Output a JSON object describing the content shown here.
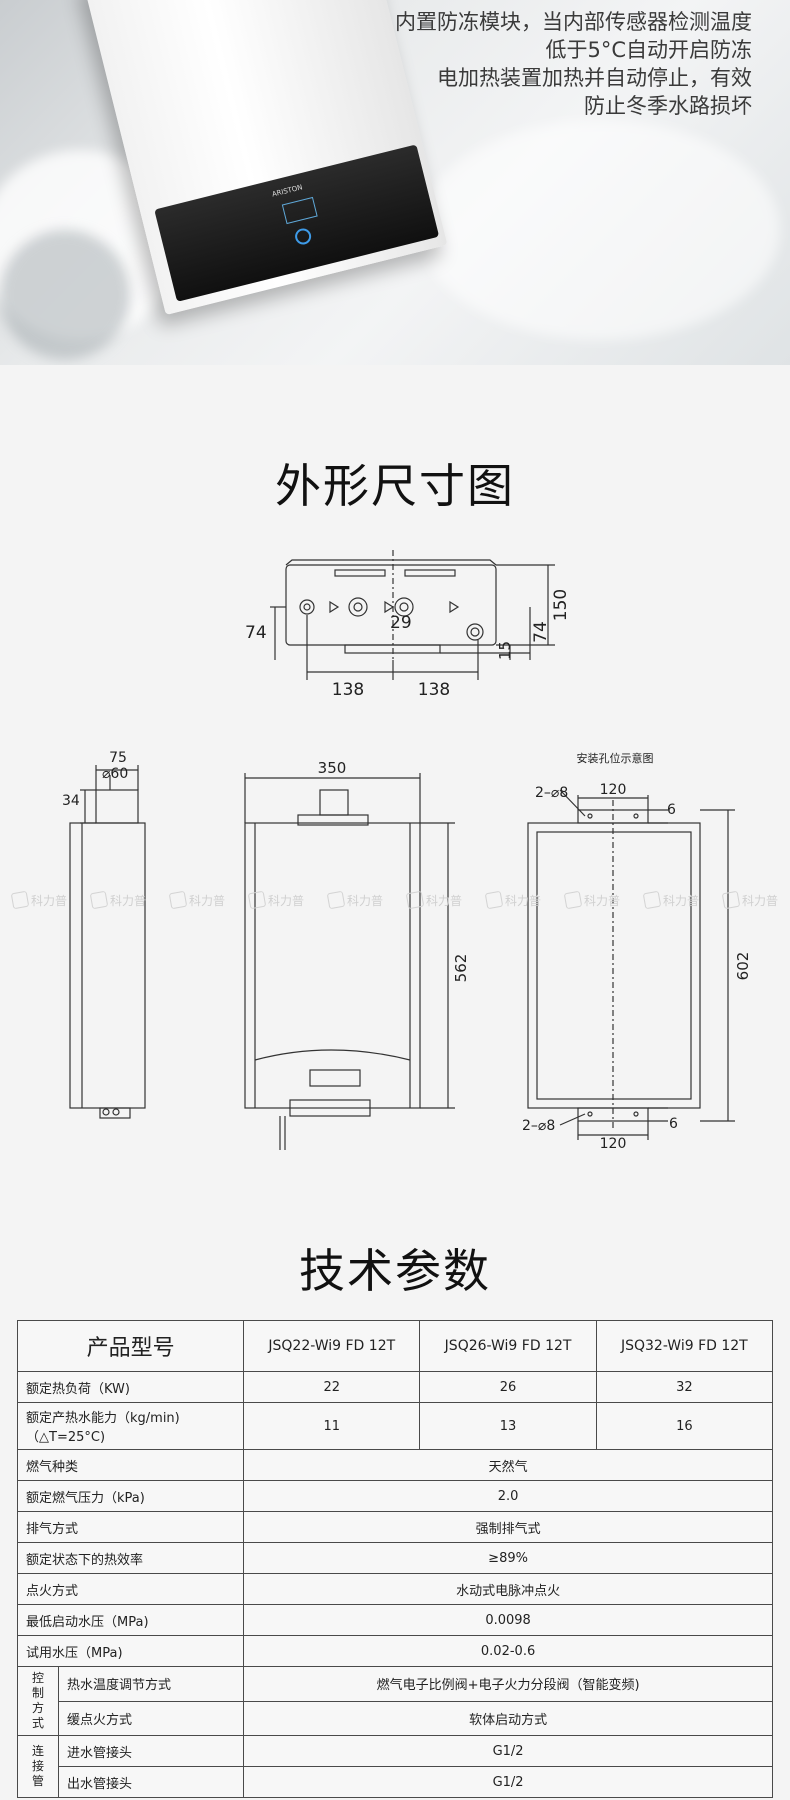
{
  "banner": {
    "lines": [
      "内置防冻模块，当内部传感器检测温度",
      "低于5°C自动开启防冻",
      "电加热装置加热并自动停止，有效",
      "防止冬季水路损坏"
    ],
    "brand": "ARISTON"
  },
  "dimensions": {
    "title": "外形尺寸图",
    "top_view": {
      "dim_150": "150",
      "dim_74_left": "74",
      "dim_74_right": "74",
      "dim_29": "29",
      "dim_15": "15",
      "dim_138_left": "138",
      "dim_138_right": "138"
    },
    "side_view": {
      "dim_75": "75",
      "dim_60": "⌀60",
      "dim_34": "34"
    },
    "front_view": {
      "dim_350": "350",
      "dim_562": "562"
    },
    "mount_view": {
      "title": "安装孔位示意图",
      "holes_top": "2–⌀8",
      "holes_bottom": "2–⌀8",
      "dim_120_top": "120",
      "dim_120_bottom": "120",
      "dim_6_top": "6",
      "dim_6_bottom": "6",
      "dim_602": "602"
    },
    "watermark": "科力普"
  },
  "specs": {
    "title": "技术参数",
    "header_label": "产品型号",
    "models": [
      "JSQ22-Wi9 FD  12T",
      "JSQ26-Wi9 FD  12T",
      "JSQ32-Wi9 FD  12T"
    ],
    "rows3": [
      {
        "label": "额定热负荷（KW)",
        "values": [
          "22",
          "26",
          "32"
        ]
      },
      {
        "label": "额定产热水能力（kg/min)",
        "label2": "（△T=25°C)",
        "values": [
          "11",
          "13",
          "16"
        ]
      }
    ],
    "rows1": [
      {
        "label": "燃气种类",
        "value": "天然气"
      },
      {
        "label": "额定燃气压力（kPa)",
        "value": "2.0"
      },
      {
        "label": "排气方式",
        "value": "强制排气式"
      },
      {
        "label": "额定状态下的热效率",
        "value": "≥89%"
      },
      {
        "label": "点火方式",
        "value": "水动式电脉冲点火"
      },
      {
        "label": "最低启动水压（MPa)",
        "value": "0.0098"
      },
      {
        "label": "试用水压（MPa)",
        "value": "0.02-0.6"
      }
    ],
    "control_group": {
      "label": "控\n制\n方\n式",
      "rows": [
        {
          "label": "热水温度调节方式",
          "value": "燃气电子比例阀+电子火力分段阀（智能变频)"
        },
        {
          "label": "缓点火方式",
          "value": "软体启动方式"
        }
      ]
    },
    "pipe_group": {
      "label": "连\n接\n管",
      "rows": [
        {
          "label": "进水管接头",
          "value": "G1/2"
        },
        {
          "label": "出水管接头",
          "value": "G1/2"
        }
      ]
    }
  }
}
